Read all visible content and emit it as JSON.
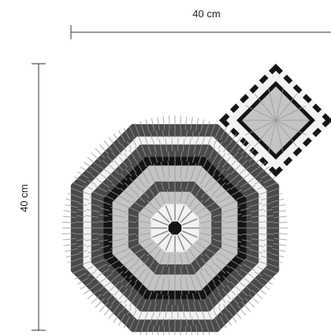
{
  "dimensions": {
    "width_label": "40 cm",
    "height_label": "40 cm"
  },
  "colors": {
    "background": "#ffffff",
    "dim_line": "#333333",
    "tile_black": "#141414",
    "tile_dark": "#4a4a4a",
    "tile_mid": "#8a8a8a",
    "tile_light": "#c4c4c4",
    "tile_white": "#f2f2f2",
    "grout": "#9a9a9a"
  },
  "mosaic": {
    "octagon_rings": [
      "tile_dark",
      "tile_white",
      "tile_dark",
      "tile_black",
      "tile_light",
      "tile_dark",
      "tile_light",
      "tile_white",
      "tile_black"
    ],
    "corner_square_rings": [
      "tile_black",
      "tile_white",
      "tile_black",
      "tile_light"
    ]
  }
}
